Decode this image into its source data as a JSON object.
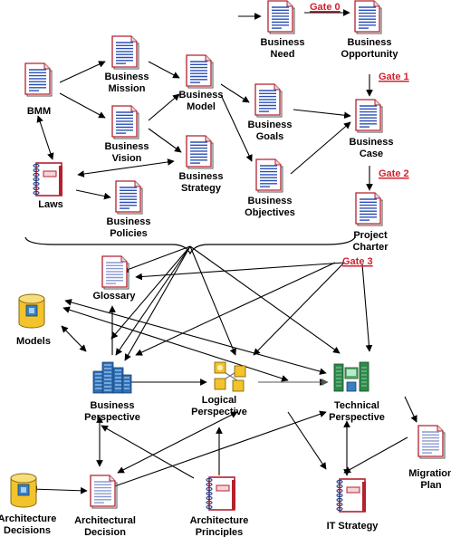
{
  "nodes": {
    "bmm": "BMM",
    "business_mission": [
      "Business",
      "Mission"
    ],
    "business_model": [
      "Business",
      "Model"
    ],
    "business_need": [
      "Business",
      "Need"
    ],
    "business_opportunity": [
      "Business",
      "Opportunity"
    ],
    "business_goals": [
      "Business",
      "Goals"
    ],
    "business_case": [
      "Business",
      "Case"
    ],
    "business_vision": [
      "Business",
      "Vision"
    ],
    "business_strategy": [
      "Business",
      "Strategy"
    ],
    "laws": "Laws",
    "business_policies": [
      "Business",
      "Policies"
    ],
    "business_objectives": [
      "Business",
      "Objectives"
    ],
    "project_charter": [
      "Project",
      "Charter"
    ],
    "glossary": "Glossary",
    "models": "Models",
    "business_perspective": [
      "Business",
      "Perspective"
    ],
    "logical_perspective": [
      "Logical",
      "Perspective"
    ],
    "technical_perspective": [
      "Technical",
      "Perspective"
    ],
    "migration_plan": [
      "Migration",
      "Plan"
    ],
    "architecture_decisions": [
      "Architecture",
      "Decisions"
    ],
    "architectural_decision": [
      "Architectural",
      "Decision"
    ],
    "architecture_principles": [
      "Architecture",
      "Principles"
    ],
    "it_strategy": "IT Strategy"
  },
  "gates": {
    "gate0": "Gate 0",
    "gate1": "Gate 1",
    "gate2": "Gate 2",
    "gate3": "Gate 3"
  },
  "colors": {
    "gate": "#d3202e",
    "doc_border": "#b4202e",
    "doc_lines": "#2a4fb5",
    "doc_light_lines": "#8a9ad0",
    "binder": "#b4202e",
    "db_yellow": "#f2c32a",
    "arrow": "#000000",
    "arrow_gray": "#555555"
  }
}
